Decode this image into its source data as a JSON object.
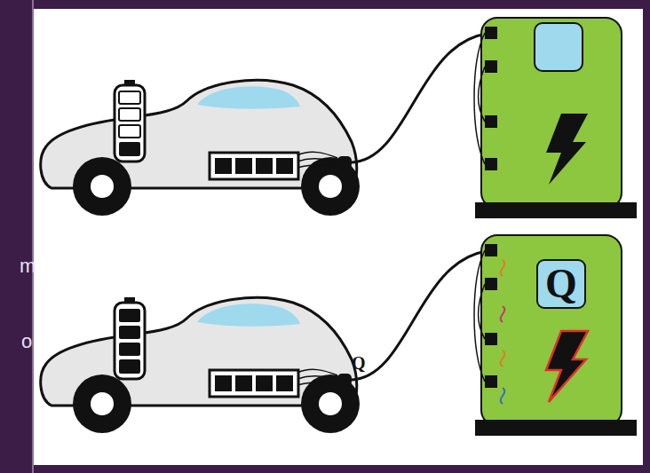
{
  "diagram": {
    "nodes": [
      {
        "text": [
          "Q"
        ]
      }
    ],
    "labels": [
      "m",
      "o",
      "Q"
    ]
  }
}
